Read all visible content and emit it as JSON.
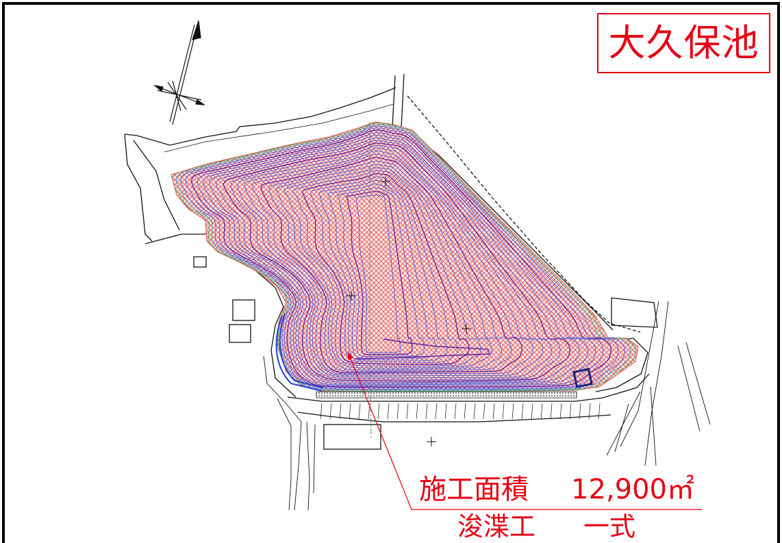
{
  "title": "大久保池",
  "annotation": {
    "area_label": "施工面積",
    "area_value": "12,900㎡",
    "work_label": "浚渫工",
    "work_value": "一式"
  },
  "colors": {
    "annotation": "#e60012",
    "contour": "#3f5fe0",
    "contour_index": "#5a1fa8",
    "contour_edge": "#4caf50",
    "hatch": "#e24b4b",
    "frame": "#000000"
  },
  "icons": {
    "north_arrow": "north-arrow-icon"
  }
}
